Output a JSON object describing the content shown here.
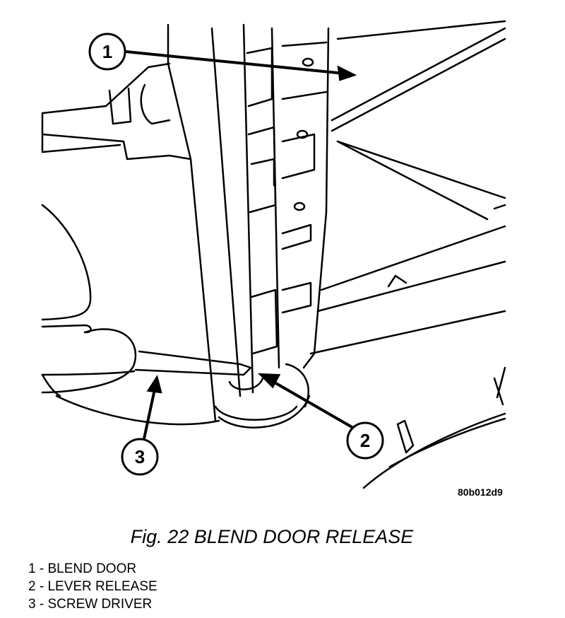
{
  "figure": {
    "code": "80b012d9",
    "caption": "Fig. 22 BLEND DOOR RELEASE",
    "callouts": [
      "1",
      "2",
      "3"
    ]
  },
  "legend": [
    "1 - BLEND DOOR",
    "2 - LEVER RELEASE",
    "3 - SCREW DRIVER"
  ]
}
